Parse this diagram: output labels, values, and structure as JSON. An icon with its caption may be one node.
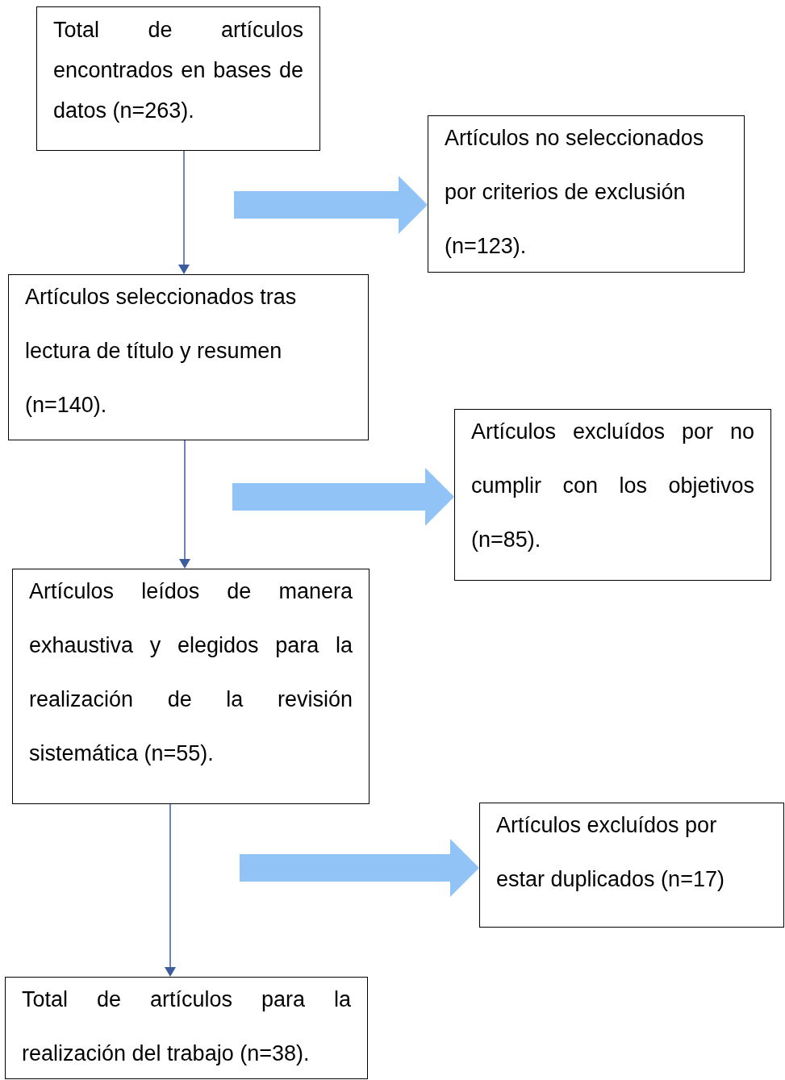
{
  "diagram": {
    "nodes": [
      {
        "text": [
          "Total de artículos encontrados en bases de datos (n=263)."
        ]
      },
      {
        "text": [
          "Artículos no seleccionados por criterios de exclusión (n=123)."
        ]
      },
      {
        "text": [
          "Artículos seleccionados tras lectura de título y resumen (n=140)."
        ]
      },
      {
        "text": [
          "Artículos excluídos por no cumplir con los objetivos (n=85)."
        ]
      },
      {
        "text": [
          "Artículos leídos de manera exhaustiva y elegidos para la realización de la revisión sistemática (n=55)."
        ]
      },
      {
        "text": [
          "Artículos excluídos por estar duplicados (n=17)"
        ]
      },
      {
        "text": [
          "Total de artículos para la realización del trabajo (n=38)."
        ]
      }
    ],
    "edges": [
      {
        "from": 0,
        "to": 2,
        "arrow": "to"
      },
      {
        "from": null,
        "to": 1,
        "arrow": "to",
        "style": "thick",
        "color": "#92c3f7"
      },
      {
        "from": 2,
        "to": 4,
        "arrow": "to"
      },
      {
        "from": null,
        "to": 3,
        "arrow": "to",
        "style": "thick",
        "color": "#92c3f7"
      },
      {
        "from": 4,
        "to": 6,
        "arrow": "to"
      },
      {
        "from": null,
        "to": 5,
        "arrow": "to",
        "style": "thick",
        "color": "#92c3f7"
      }
    ]
  }
}
